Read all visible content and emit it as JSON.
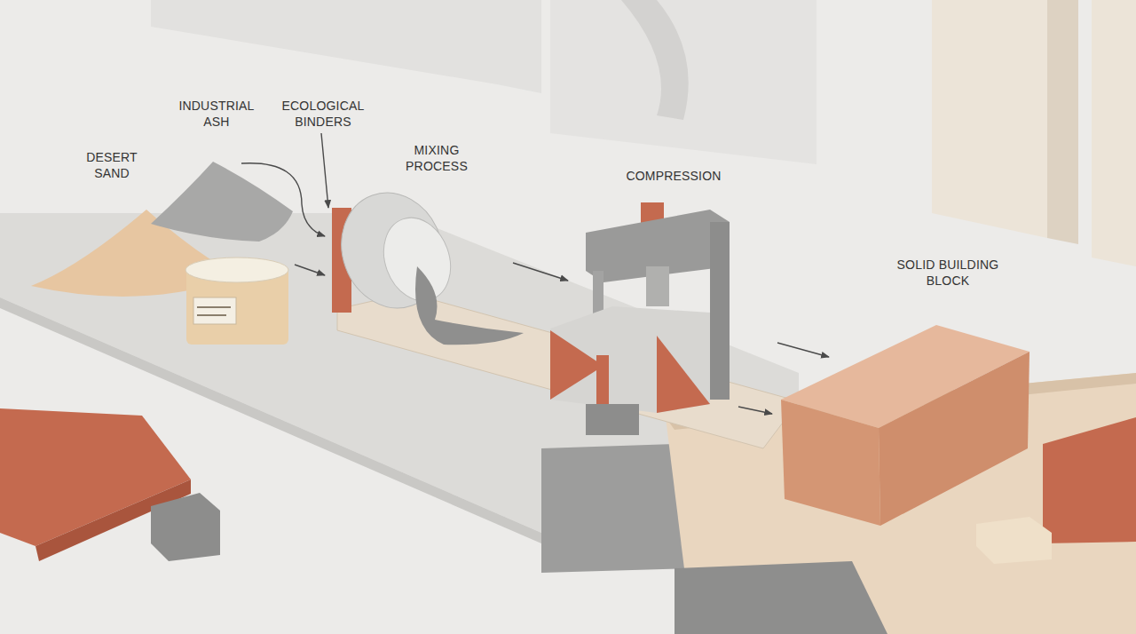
{
  "diagram": {
    "labels": [
      "DESERT SAND",
      "INDUSTRIAL ASH",
      "ECOLOGICAL BINDERS",
      "MIXING PROCESS",
      "COMPRESSION",
      "SOLID BUILDING BLOCK"
    ]
  }
}
